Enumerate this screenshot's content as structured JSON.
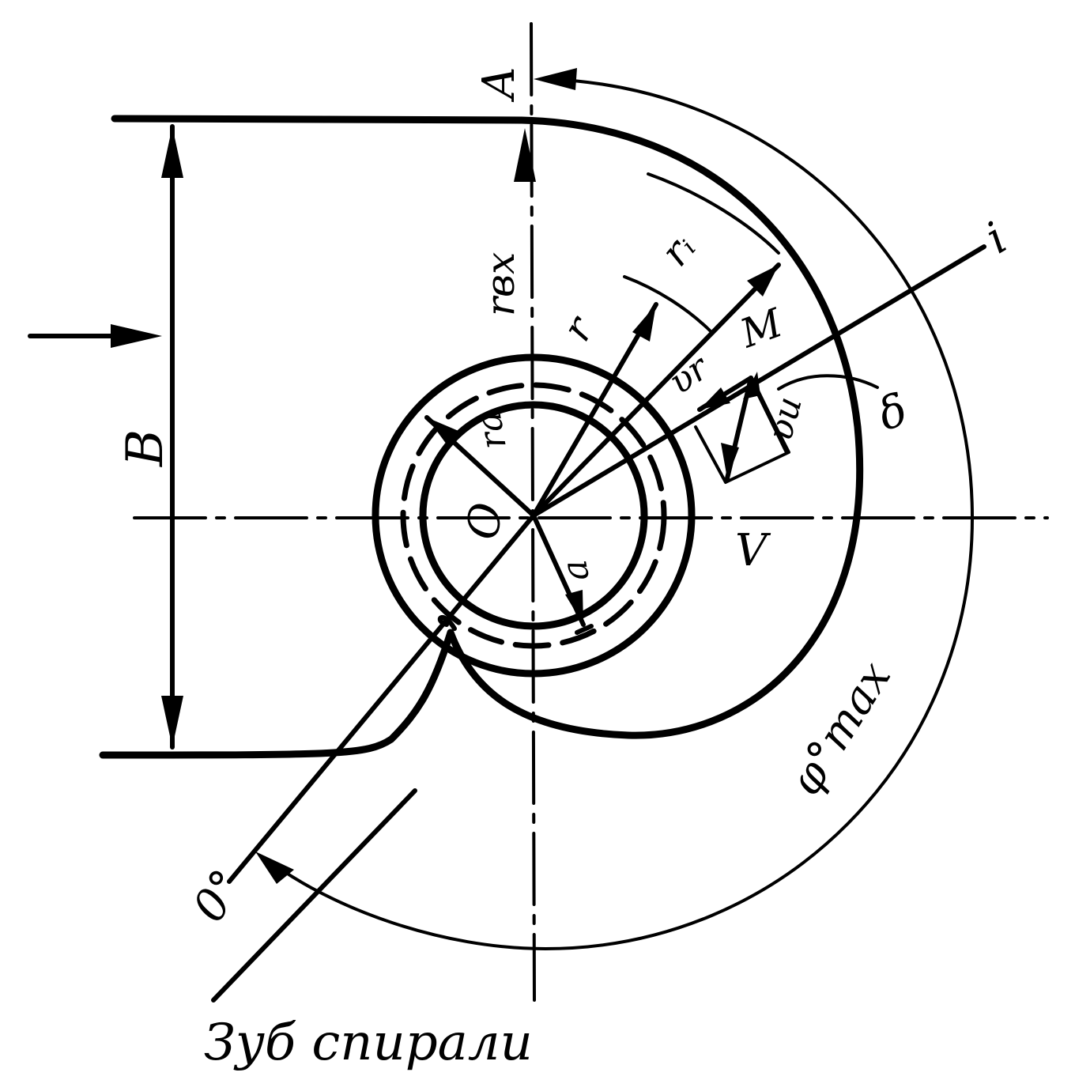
{
  "labels": {
    "A": "A",
    "r_vx": "rвх",
    "r_i": "rᵢ",
    "r": "r",
    "i": "i",
    "M": "M",
    "v_r": "υr",
    "v_u": "υu",
    "delta": "δ",
    "B": "B",
    "O": "O",
    "r_a": "rа",
    "a": "a",
    "V": "V",
    "phi_max": "φ°max",
    "zero_deg": "0°"
  },
  "caption": "Зуб спирали",
  "colors": {
    "ink": "#000000",
    "background": "#ffffff"
  }
}
